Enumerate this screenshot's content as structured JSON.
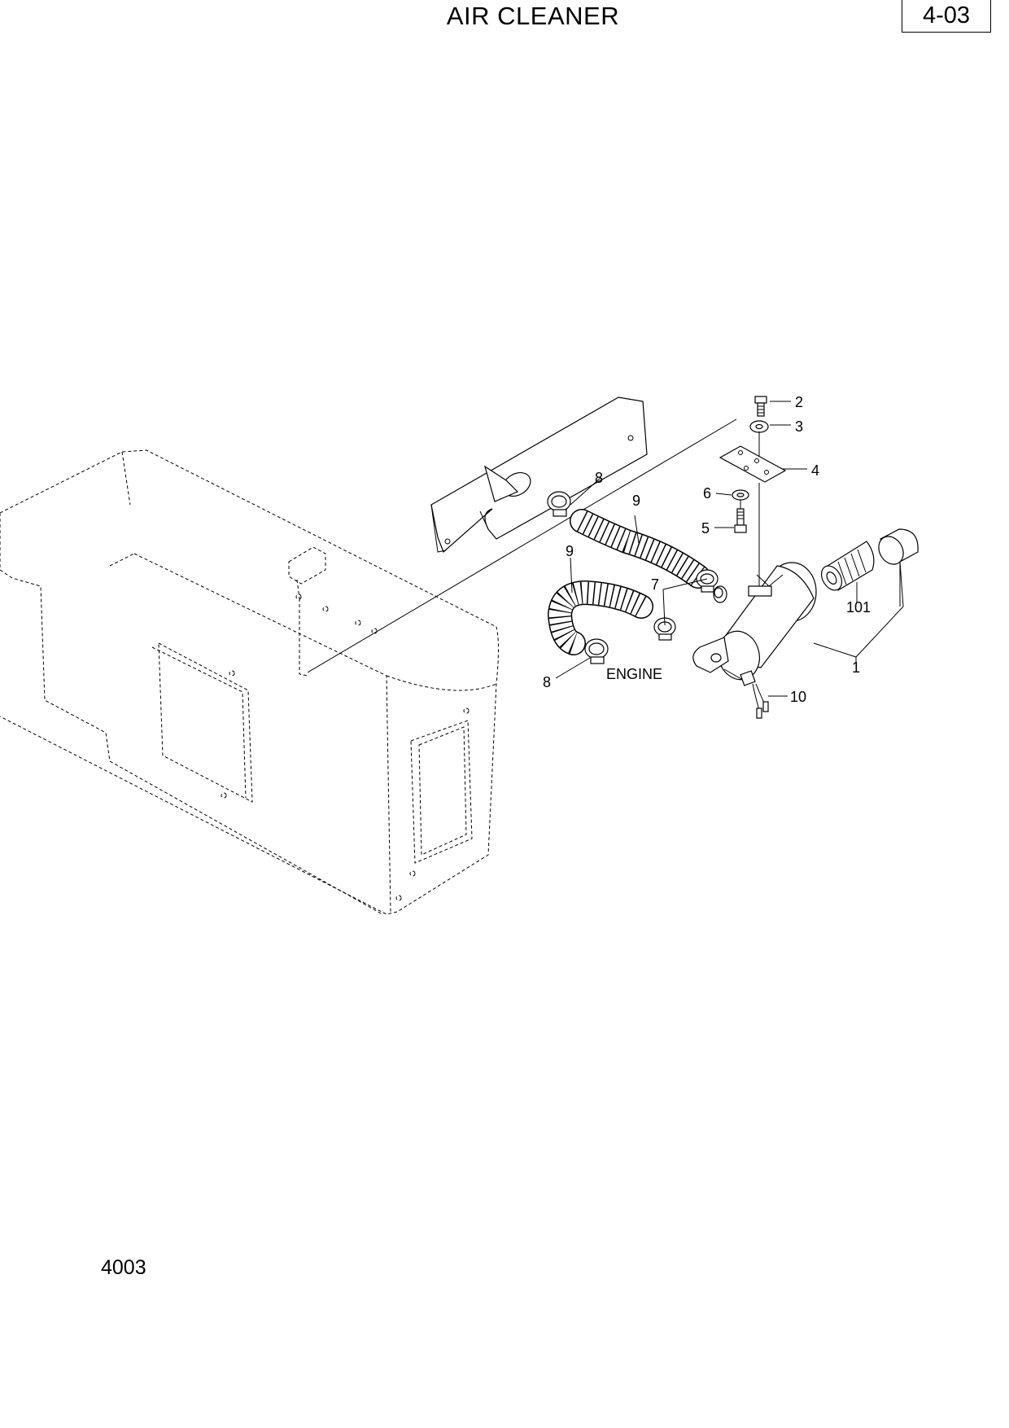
{
  "header": {
    "title": "AIR CLEANER",
    "page_ref": "4-03"
  },
  "footer": {
    "code": "4003"
  },
  "callouts": [
    {
      "id": "c2",
      "label": "2"
    },
    {
      "id": "c3",
      "label": "3"
    },
    {
      "id": "c4",
      "label": "4"
    },
    {
      "id": "c6",
      "label": "6"
    },
    {
      "id": "c5",
      "label": "5"
    },
    {
      "id": "c8a",
      "label": "8"
    },
    {
      "id": "c9a",
      "label": "9"
    },
    {
      "id": "c9b",
      "label": "9"
    },
    {
      "id": "c7",
      "label": "7"
    },
    {
      "id": "c101",
      "label": "101"
    },
    {
      "id": "c1",
      "label": "1"
    },
    {
      "id": "c8b",
      "label": "8"
    },
    {
      "id": "c10",
      "label": "10"
    }
  ],
  "notes": {
    "engine": "ENGINE"
  }
}
